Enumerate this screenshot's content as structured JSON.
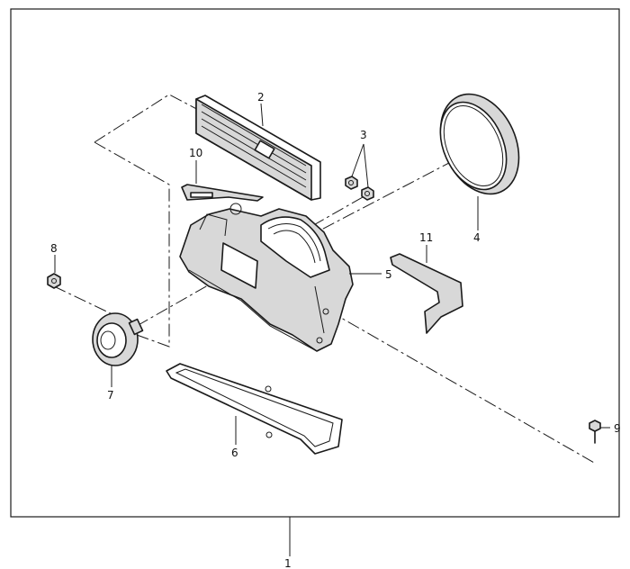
{
  "callouts": {
    "c1": "1",
    "c2": "2",
    "c3": "3",
    "c4": "4",
    "c5": "5",
    "c6": "6",
    "c7": "7",
    "c8": "8",
    "c9": "9",
    "c10": "10",
    "c11": "11"
  },
  "parts": [
    {
      "callout": "1",
      "icon": "assembly-frame-icon"
    },
    {
      "callout": "2",
      "icon": "filter-panel-icon"
    },
    {
      "callout": "3",
      "icon": "nut-pair-icon"
    },
    {
      "callout": "4",
      "icon": "ring-seal-icon"
    },
    {
      "callout": "5",
      "icon": "blower-case-icon"
    },
    {
      "callout": "6",
      "icon": "gasket-icon"
    },
    {
      "callout": "7",
      "icon": "motor-icon"
    },
    {
      "callout": "8",
      "icon": "nut-icon"
    },
    {
      "callout": "9",
      "icon": "clip-icon"
    },
    {
      "callout": "10",
      "icon": "bracket-icon"
    },
    {
      "callout": "11",
      "icon": "l-bracket-icon"
    }
  ],
  "colors": {
    "line": "#1a1a1a",
    "background": "#ffffff",
    "shade": "#d8d8d8"
  }
}
